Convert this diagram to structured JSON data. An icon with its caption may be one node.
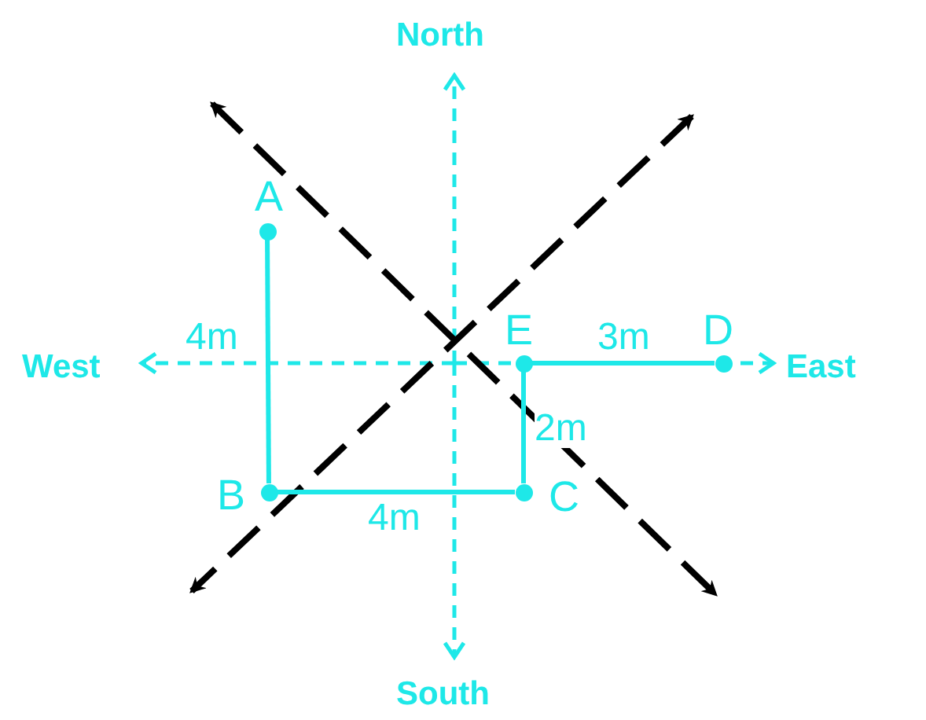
{
  "diagram": {
    "nodes": [
      {
        "text": [],
        "shape": "circle",
        "beside": [
          "A"
        ]
      },
      {
        "text": [],
        "shape": "circle",
        "beside": [
          "B"
        ]
      },
      {
        "text": [],
        "shape": "circle",
        "beside": [
          "C"
        ]
      },
      {
        "text": [],
        "shape": "circle",
        "beside": [
          "E"
        ]
      },
      {
        "text": [],
        "shape": "circle",
        "beside": [
          "D"
        ]
      }
    ],
    "edges": [
      {
        "from": 0,
        "to": 1,
        "arrow": "none",
        "label": "4m"
      },
      {
        "from": 1,
        "to": 2,
        "arrow": "none",
        "label": "4m"
      },
      {
        "from": 2,
        "to": 3,
        "arrow": "none",
        "label": "2m"
      },
      {
        "from": 3,
        "to": 4,
        "arrow": "none",
        "label": "3m"
      }
    ],
    "labels": [
      "North",
      "West",
      "East",
      "South"
    ]
  }
}
